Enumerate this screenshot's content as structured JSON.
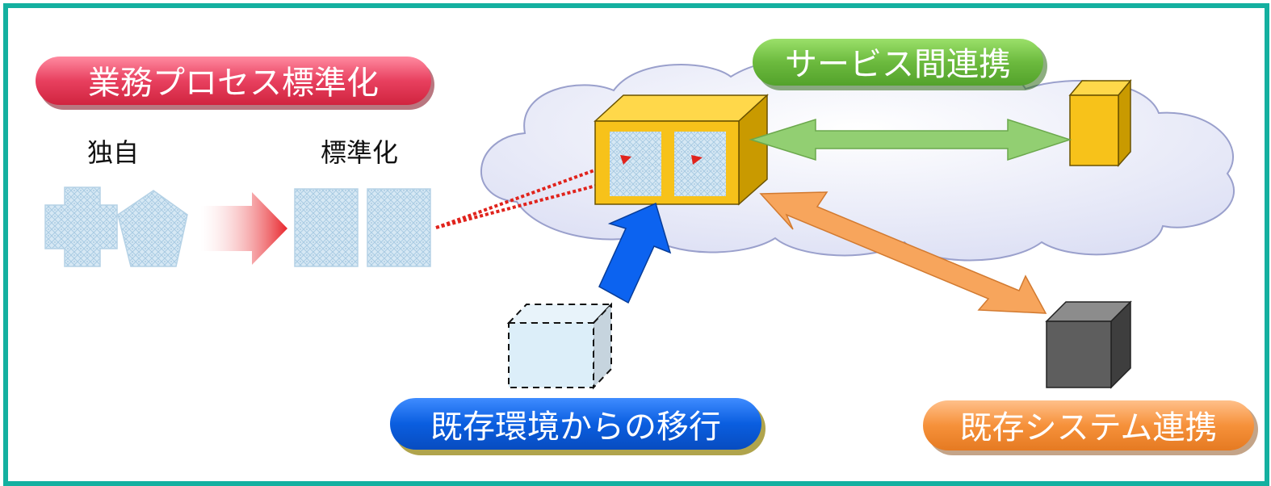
{
  "labels": {
    "business_process": "業務プロセス標準化",
    "original": "独自",
    "standardized": "標準化",
    "service_integration": "サービス間連携",
    "migration": "既存環境からの移行",
    "existing_system": "既存システム連携"
  },
  "colors": {
    "frame": "#14b0a0",
    "business_process_pill": "#e23a5a",
    "service_integration_pill": "#6cba3e",
    "migration_pill": "#0a5ee0",
    "existing_system_pill": "#f6913a",
    "main_box": "#f7c21a",
    "cloud": "#e4e6f7",
    "green_arrow": "#92cf72",
    "orange_arrow": "#f7a55c",
    "blue_arrow": "#0c63f0",
    "gray_box": "#5e5e5e",
    "pattern_fill": "#cde3f2",
    "dotted_arrow": "#e0231c"
  }
}
